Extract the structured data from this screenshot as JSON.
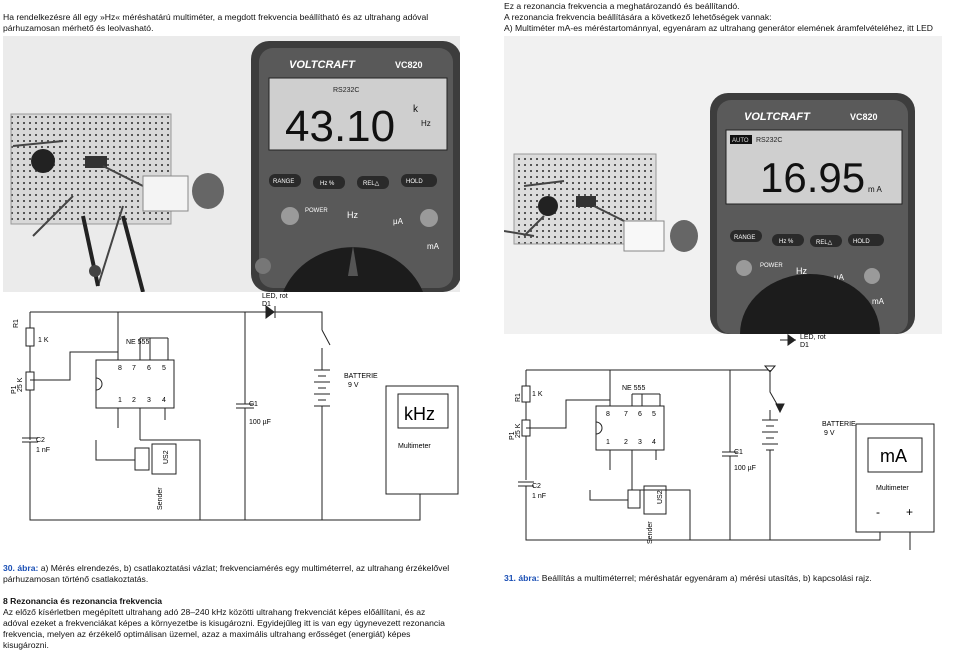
{
  "intro_left": "Ha rendelkezésre áll egy »Hz« méréshatárú multiméter, a megdott frekvencia beállítható és az ultrahang adóval párhuzamosan mérhető és leolvasható.",
  "intro_right": {
    "line1": "Ez a rezonancia frekvencia a meghatározandó és beállítandó.",
    "line2": "A rezonancia frekvencia beállítására a következő lehetőségek vannak:",
    "line3": "A) Multiméter mA-es méréstartománnyal, egyenáram az ultrahang generátor elemének áramfelvételéhez, itt LED nélkül."
  },
  "photo1": {
    "brand": "VOLTCRAFT",
    "model": "VC820",
    "rs": "RS232C",
    "reading": "43.10",
    "unit_top": "k",
    "unit_bottom": "Hz",
    "buttons": [
      "RANGE",
      "Hz %",
      "REL△",
      "HOLD"
    ],
    "power": "POWER",
    "hz": "Hz",
    "ua": "μA",
    "ma": "mA"
  },
  "photo2": {
    "brand": "VOLTCRAFT",
    "model": "VC820",
    "auto": "AUTO",
    "rs": "RS232C",
    "reading": "16.95",
    "unit": "m A",
    "buttons": [
      "RANGE",
      "Hz %",
      "REL△",
      "HOLD"
    ],
    "power": "POWER",
    "hz": "Hz",
    "ua": "μA",
    "ma": "mA"
  },
  "schematic1": {
    "led": "LED, rot",
    "d1": "D1",
    "r1": "R1",
    "r1_val": "1 K",
    "p1": "P1",
    "p1_val": "25 K",
    "ne555": "NE 555",
    "pins_top": [
      "8",
      "7",
      "6",
      "5"
    ],
    "pins_bottom": [
      "1",
      "2",
      "3",
      "4"
    ],
    "c1": "C1",
    "c1_val": "100 µF",
    "c2": "C2",
    "c2_val": "1 nF",
    "battery": "BATTERIE",
    "battery_val": "9 V",
    "meter_unit": "kHz",
    "meter_label": "Multimeter",
    "sender": "Sender",
    "us2": "US2"
  },
  "schematic2": {
    "led": "LED, rot",
    "d1": "D1",
    "r1": "R1",
    "r1_val": "1 K",
    "p1": "P1",
    "p1_val": "25 K",
    "ne555": "NE 555",
    "pins_top": [
      "8",
      "7",
      "6",
      "5"
    ],
    "pins_bottom": [
      "1",
      "2",
      "3",
      "4"
    ],
    "c1": "C1",
    "c1_val": "100 µF",
    "c2": "C2",
    "c2_val": "1 nF",
    "battery": "BATTERIE",
    "battery_val": "9 V",
    "meter_unit": "mA",
    "meter_label": "Multimeter",
    "minus": "-",
    "plus": "+",
    "sender": "Sender",
    "us2": "US2"
  },
  "caption30": {
    "label": "30. ábra:",
    "text": " a) Mérés elrendezés, b) csatlakoztatási vázlat; frekvenciamérés egy multiméterrel, az ultrahang érzékelővel párhuzamosan történő csatlakoztatás."
  },
  "caption31": {
    "label": "31. ábra:",
    "text": " Beállítás a multiméterrel; méréshatár egyenáram a) mérési utasítás, b) kapcsolási rajz."
  },
  "section": {
    "heading": "8 Rezonancia és rezonancia frekvencia",
    "body": "Az előző kísérletben megépített ultrahang adó 28–240 kHz közötti ultrahang frekvenciát képes előállítani, és az adóval ezeket a frekvenciákat képes a környezetbe is kisugározni. Egyidejűleg itt is van egy úgynevezett rezonancia frekvencia, melyen az érzékelő optimálisan üzemel, azaz a maximális ultrahang erősséget (energiát) képes kisugározni."
  }
}
